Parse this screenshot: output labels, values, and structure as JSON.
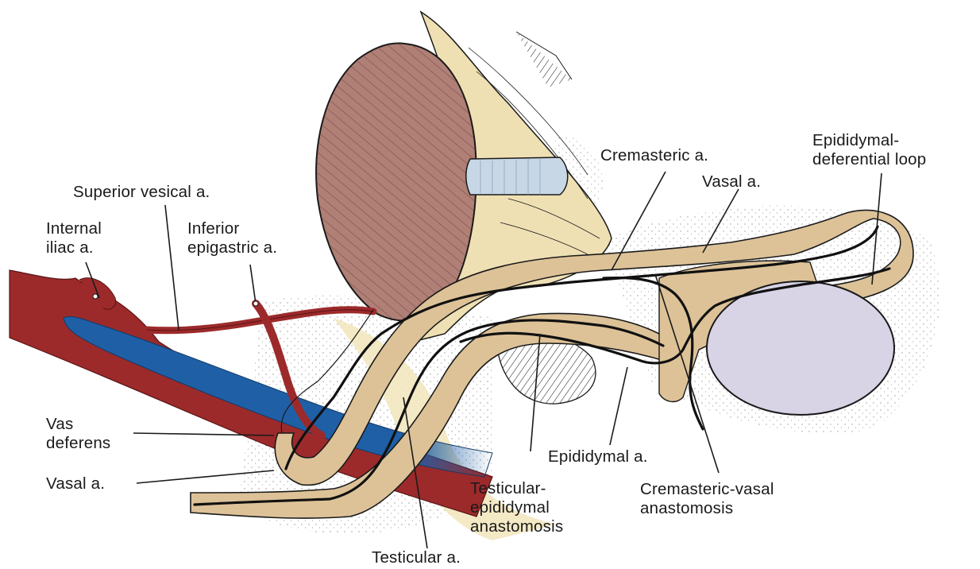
{
  "labels": {
    "superior_vesical": "Superior vesical a.",
    "internal_iliac": "Internal\niliac a.",
    "inferior_epigastric": "Inferior\nepigastric a.",
    "vas_deferens": "Vas\ndeferens",
    "vasal_left": "Vasal a.",
    "testicular": "Testicular a.",
    "testicular_epididymal": "Testicular-\nepididymal\nanastomosis",
    "epididymal": "Epididymal a.",
    "cremasteric_vasal": "Cremasteric-vasal\nanastomosis",
    "cremasteric": "Cremasteric a.",
    "vasal_right": "Vasal a.",
    "epididymal_deferential": "Epididymal-\ndeferential loop"
  },
  "colors": {
    "artery": "#9c2a2b",
    "vein": "#1f5fa6",
    "vas": "#ddc298",
    "bladder": "#b07f76",
    "fascia": "#efe0b4",
    "testis": "#d9d3e6",
    "ink": "#1a1a1a"
  }
}
